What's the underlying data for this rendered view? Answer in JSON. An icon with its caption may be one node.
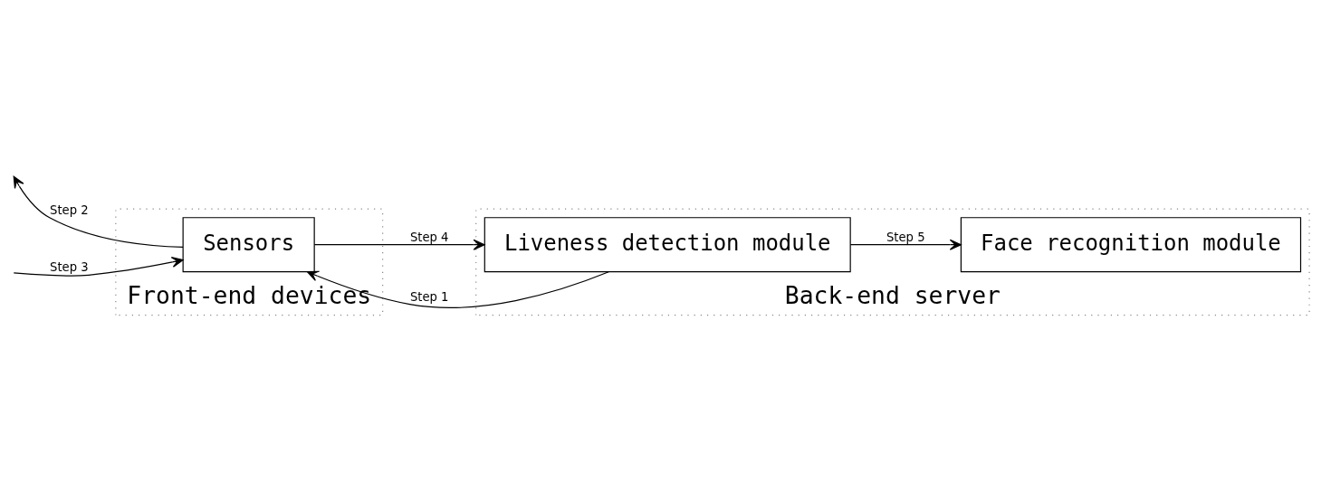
{
  "diagram": {
    "nodes": [
      {
        "text": [
          "Front-end devices"
        ]
      },
      {
        "text": [
          "Sensors"
        ],
        "in": 0
      },
      {
        "text": [
          "Back-end server"
        ]
      },
      {
        "text": [
          "Liveness detection module"
        ],
        "in": 2
      },
      {
        "text": [
          "Face recognition module"
        ],
        "in": 2
      }
    ],
    "edges": [
      {
        "from": 3,
        "to": 1,
        "label": "Step 1",
        "arrow": "to"
      },
      {
        "from": 1,
        "to": null,
        "label": "Step 2",
        "arrow": "to"
      },
      {
        "from": null,
        "to": 1,
        "label": "Step 3",
        "arrow": "to"
      },
      {
        "from": 1,
        "to": 3,
        "label": "Step 4",
        "arrow": "to"
      },
      {
        "from": 3,
        "to": 4,
        "label": "Step 5",
        "arrow": "to"
      }
    ]
  }
}
